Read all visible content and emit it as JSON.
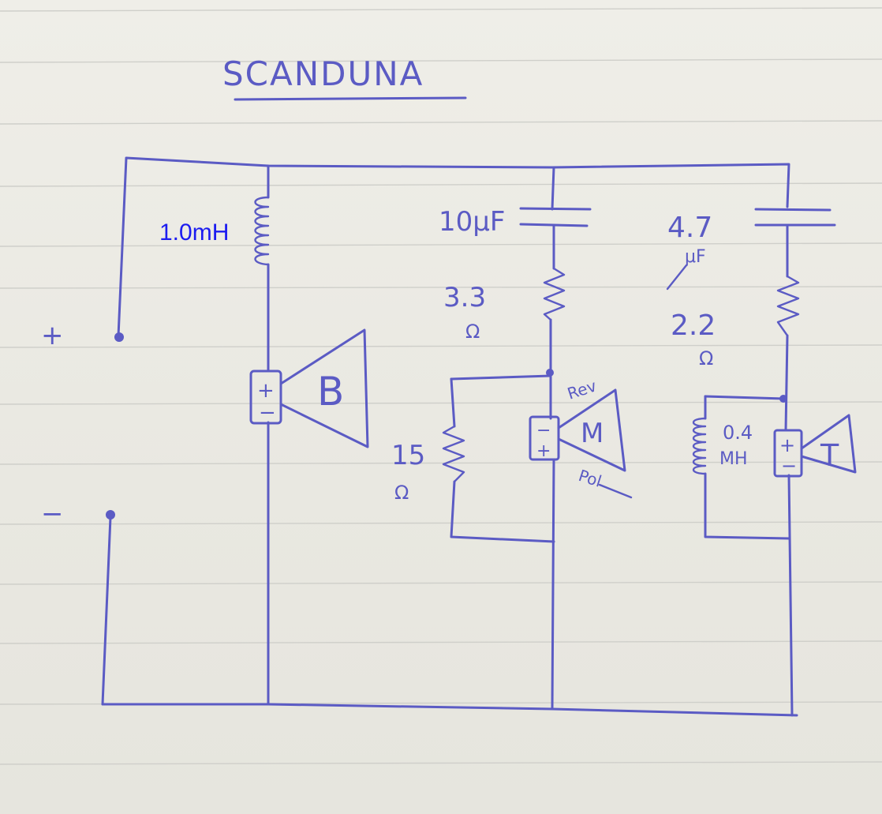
{
  "title": "SCANDUNA",
  "terminals": {
    "positive": "+",
    "negative": "−"
  },
  "components": {
    "bass_inductor": "1.0mH",
    "mid_capacitor": "10μF",
    "mid_series_resistor": {
      "value": "3.3",
      "unit": "Ω"
    },
    "mid_parallel_resistor": {
      "value": "15",
      "unit": "Ω"
    },
    "tweeter_capacitor": {
      "value": "4.7",
      "unit": "μF"
    },
    "tweeter_series_resistor": {
      "value": "2.2",
      "unit": "Ω"
    },
    "tweeter_inductor": {
      "value": "0.4",
      "unit": "MH"
    }
  },
  "drivers": {
    "bass": {
      "letter": "B",
      "plus": "+",
      "minus": "−"
    },
    "mid": {
      "letter": "M",
      "plus": "+",
      "minus": "−",
      "note_top": "Rev",
      "note_bottom": "Pol"
    },
    "tweeter": {
      "letter": "T",
      "plus": "+",
      "minus": "−"
    }
  },
  "colors": {
    "ink": "#5b5bc4",
    "typed_label": "#1c1cf0",
    "paper": "#ecebe4"
  }
}
